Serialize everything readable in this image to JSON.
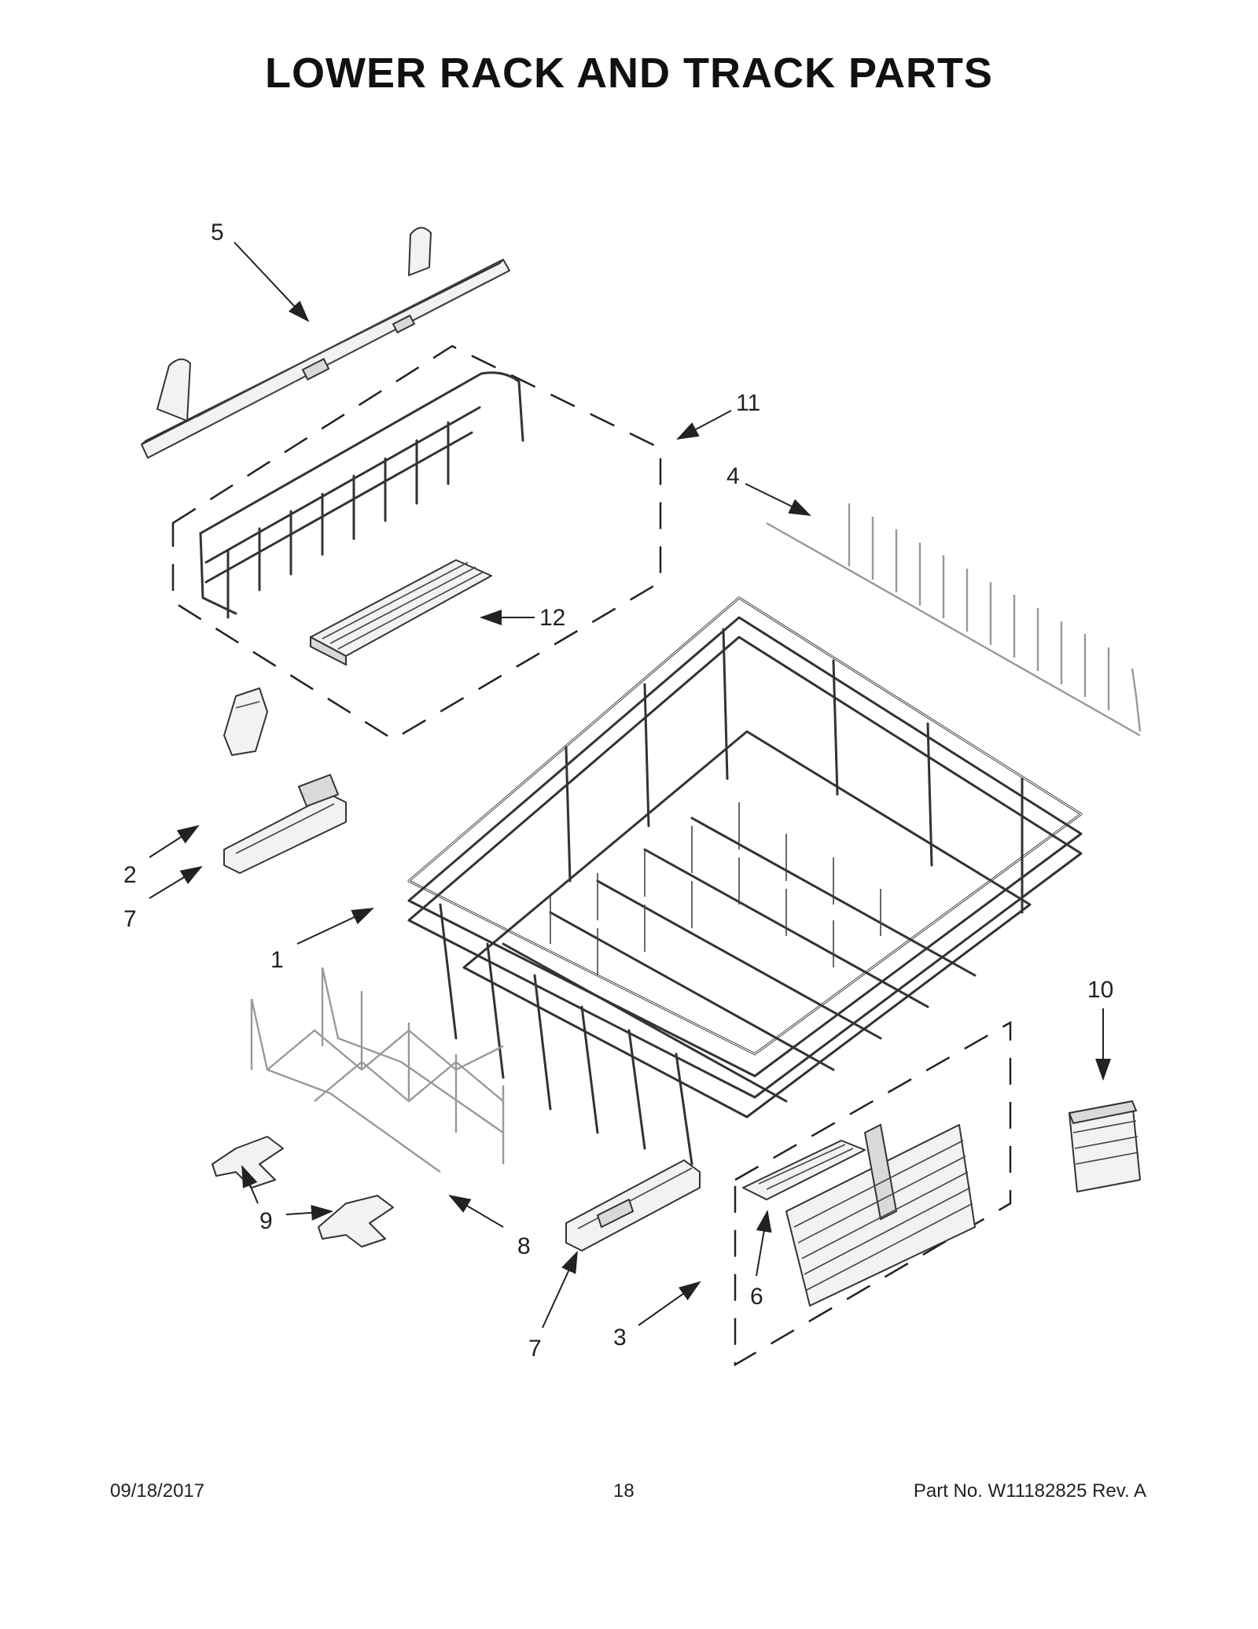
{
  "title": "LOWER RACK AND TRACK PARTS",
  "callouts": {
    "c1": "1",
    "c2": "2",
    "c3": "3",
    "c4": "4",
    "c5": "5",
    "c6": "6",
    "c7a": "7",
    "c7b": "7",
    "c8": "8",
    "c9": "9",
    "c10": "10",
    "c11": "11",
    "c12": "12"
  },
  "footer": {
    "date": "09/18/2017",
    "page": "18",
    "part_no": "Part No.  W11182825  Rev.  A"
  }
}
